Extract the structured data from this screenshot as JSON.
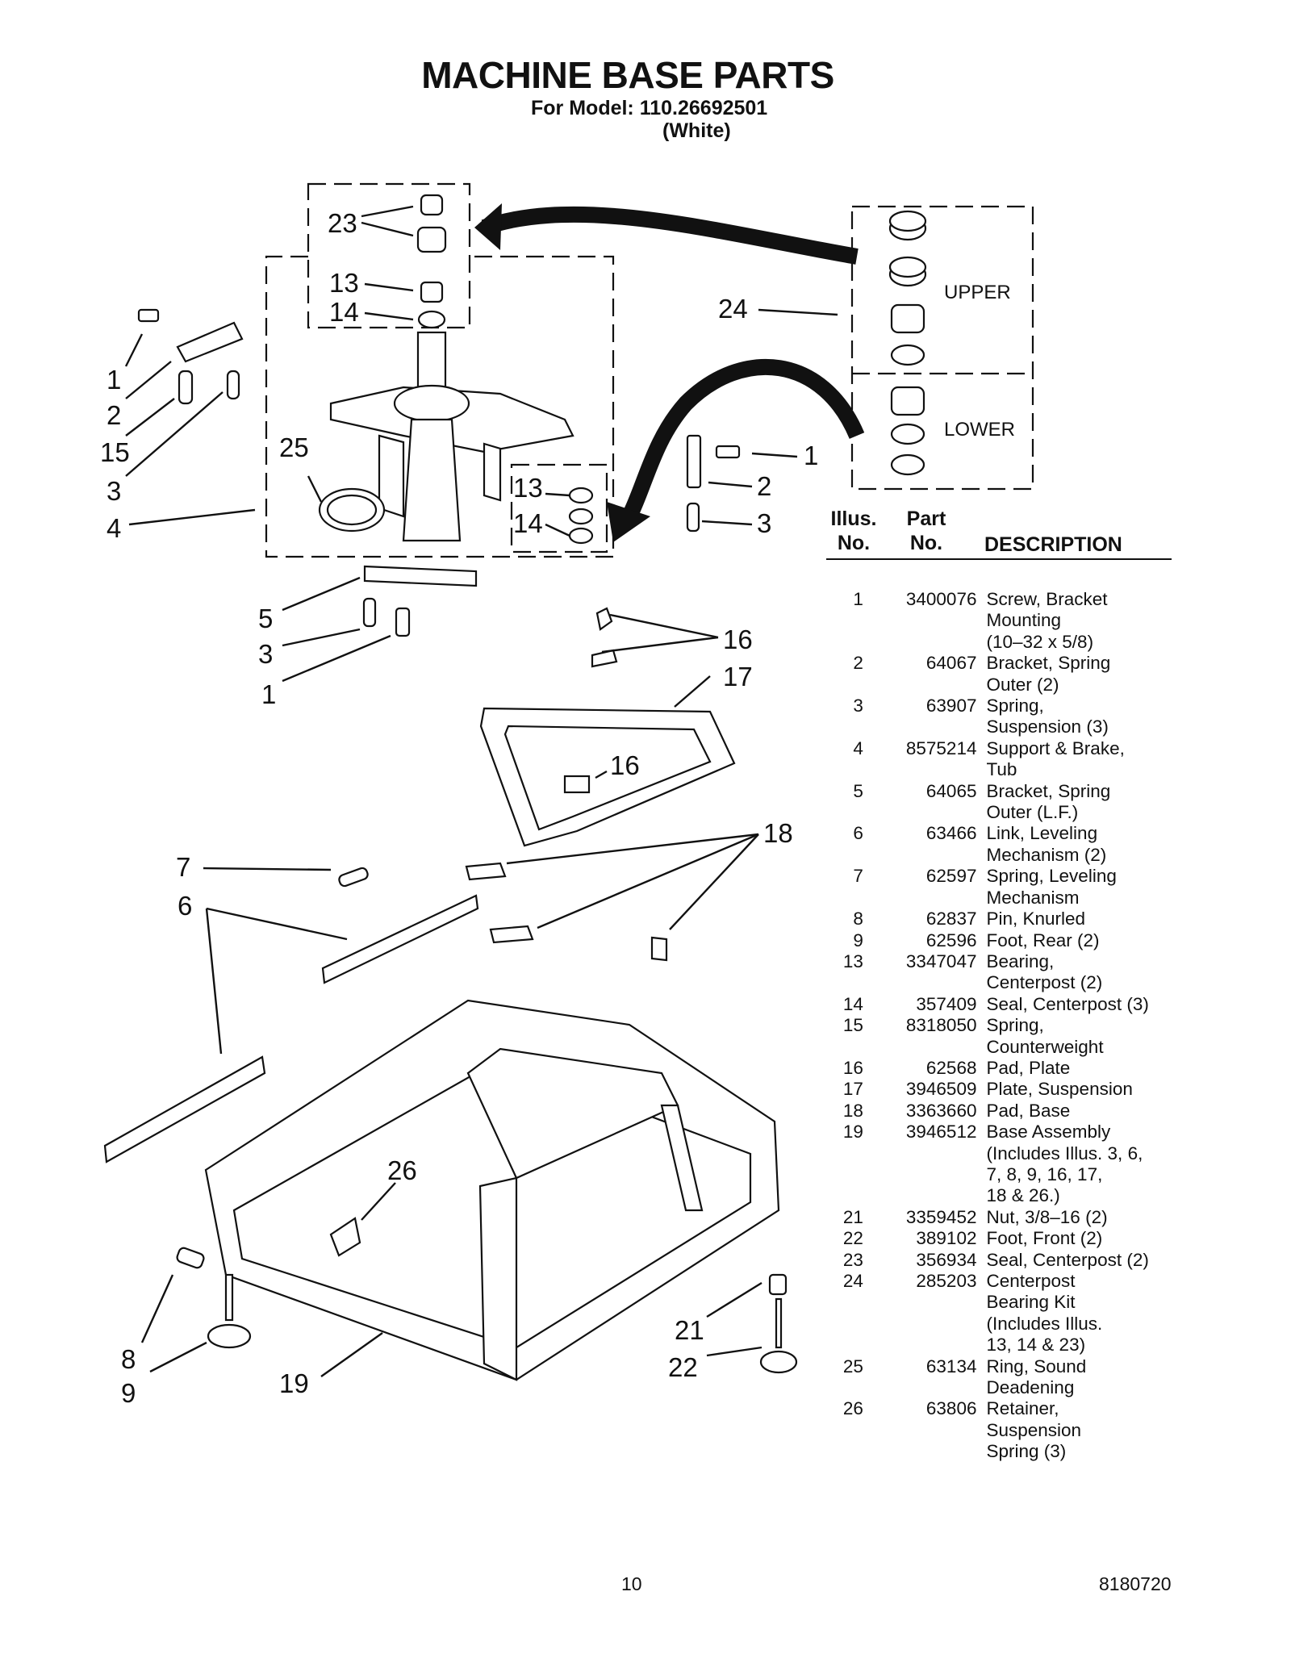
{
  "header": {
    "title": "MACHINE BASE PARTS",
    "model_line": "For Model: 110.26692501",
    "color_line": "(White)"
  },
  "diagram": {
    "callouts": [
      "23",
      "13",
      "14",
      "24",
      "1",
      "2",
      "15",
      "3",
      "4",
      "25",
      "13",
      "14",
      "1",
      "2",
      "3",
      "5",
      "3",
      "1",
      "16",
      "17",
      "16",
      "18",
      "7",
      "6",
      "26",
      "8",
      "9",
      "19",
      "21",
      "22"
    ],
    "kit_labels": {
      "upper": "UPPER",
      "lower": "LOWER"
    }
  },
  "table": {
    "headers": {
      "illus": "Illus.\nNo.",
      "part": "Part\nNo.",
      "description": "DESCRIPTION"
    },
    "rows": [
      {
        "illus": "1",
        "part": "3400076",
        "description": "Screw, Bracket\nMounting\n(10–32 x 5/8)"
      },
      {
        "illus": "2",
        "part": "64067",
        "description": "Bracket, Spring\nOuter (2)"
      },
      {
        "illus": "3",
        "part": "63907",
        "description": "Spring,\nSuspension (3)"
      },
      {
        "illus": "4",
        "part": "8575214",
        "description": "Support & Brake,\nTub"
      },
      {
        "illus": "5",
        "part": "64065",
        "description": "Bracket, Spring\nOuter (L.F.)"
      },
      {
        "illus": "6",
        "part": "63466",
        "description": "Link, Leveling\nMechanism (2)"
      },
      {
        "illus": "7",
        "part": "62597",
        "description": "Spring, Leveling\nMechanism"
      },
      {
        "illus": "8",
        "part": "62837",
        "description": "Pin, Knurled"
      },
      {
        "illus": "9",
        "part": "62596",
        "description": "Foot, Rear (2)"
      },
      {
        "illus": "13",
        "part": "3347047",
        "description": "Bearing,\nCenterpost (2)"
      },
      {
        "illus": "14",
        "part": "357409",
        "description": "Seal, Centerpost (3)"
      },
      {
        "illus": "15",
        "part": "8318050",
        "description": "Spring,\nCounterweight"
      },
      {
        "illus": "16",
        "part": "62568",
        "description": "Pad, Plate"
      },
      {
        "illus": "17",
        "part": "3946509",
        "description": "Plate, Suspension"
      },
      {
        "illus": "18",
        "part": "3363660",
        "description": "Pad, Base"
      },
      {
        "illus": "19",
        "part": "3946512",
        "description": "Base Assembly\n(Includes Illus. 3, 6,\n7, 8, 9, 16, 17,\n18 & 26.)"
      },
      {
        "illus": "21",
        "part": "3359452",
        "description": "Nut, 3/8–16 (2)"
      },
      {
        "illus": "22",
        "part": "389102",
        "description": "Foot, Front (2)"
      },
      {
        "illus": "23",
        "part": "356934",
        "description": "Seal, Centerpost (2)"
      },
      {
        "illus": "24",
        "part": "285203",
        "description": "Centerpost\nBearing Kit\n(Includes Illus.\n13, 14 & 23)"
      },
      {
        "illus": "25",
        "part": "63134",
        "description": "Ring, Sound\nDeadening"
      },
      {
        "illus": "26",
        "part": "63806",
        "description": "Retainer,\nSuspension\nSpring (3)"
      }
    ]
  },
  "footer": {
    "page_number": "10",
    "doc_number": "8180720"
  }
}
